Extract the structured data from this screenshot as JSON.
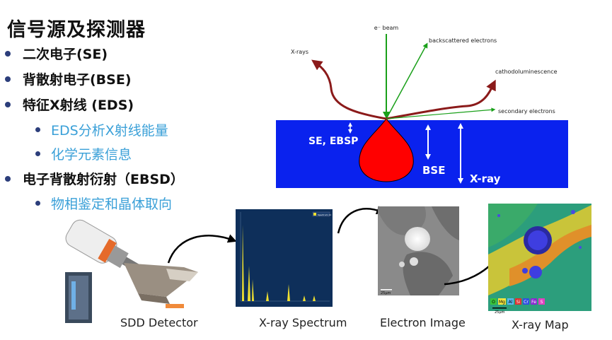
{
  "title": "信号源及探测器",
  "bullets": [
    {
      "level": 1,
      "text": "二次电子(SE)"
    },
    {
      "level": 1,
      "text": "背散射电子(BSE)"
    },
    {
      "level": 1,
      "text": "特征X射线 (EDS)"
    },
    {
      "level": 2,
      "text": "EDS分析X射线能量"
    },
    {
      "level": 2,
      "text": "化学元素信息"
    },
    {
      "level": 1,
      "text": "电子背散射衍射（EBSD）"
    },
    {
      "level": 2,
      "text": "物相鉴定和晶体取向"
    }
  ],
  "diagram": {
    "ebeam": "e⁻ beam",
    "backscattered": "backscattered electrons",
    "xrays": "X-rays",
    "cathodo": "cathodoluminescence",
    "secondary": "secondary electrons",
    "se_ebsp": "SE, EBSP",
    "bse": "BSE",
    "xray": "X-ray"
  },
  "captions": {
    "sdd": "SDD Detector",
    "spectrum": "X-ray Spectrum",
    "electron": "Electron Image",
    "map": "X-ray Map"
  },
  "spectrum_legend": "Spectrum 11",
  "scalebar_electron": "25μm",
  "scalebar_map": "25μm",
  "map_elements": [
    "O",
    "Mg",
    "Al",
    "Si",
    "Cr",
    "Fe",
    "S"
  ],
  "colors": {
    "sample_blue": "#0a22ee",
    "drop_red": "#ff0000",
    "arrow_red": "#8b1a1a",
    "arrow_green": "#1aa01a",
    "title_dark": "#111111",
    "bullet_cyan": "#3aa0d8"
  }
}
